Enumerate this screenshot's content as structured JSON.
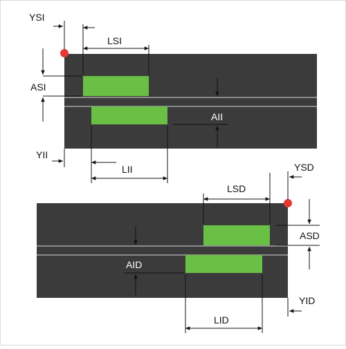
{
  "colors": {
    "panel": "#3b3b3b",
    "strip": "#6abf45",
    "marker": "#e53935",
    "line": "#111111",
    "divider": "#d8d8d8",
    "frame": "#d9d9d9"
  },
  "labels": {
    "ysi": "YSI",
    "lsi": "LSI",
    "asi": "ASI",
    "aii": "AII",
    "yii": "YII",
    "lii": "LII",
    "ysd": "YSD",
    "lsd": "LSD",
    "asd": "ASD",
    "aid": "AID",
    "yid": "YID",
    "lid": "LID"
  }
}
